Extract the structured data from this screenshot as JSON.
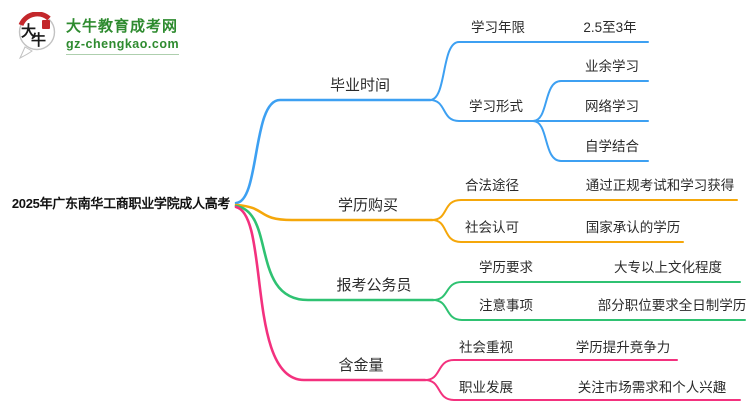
{
  "logo": {
    "site_name": "大牛教育成考网",
    "url": "gz-chengkao.com",
    "icon_char_1": "大",
    "icon_char_2": "牛",
    "brand_green": "#2e8b2f",
    "icon_red": "#c3272b"
  },
  "mindmap": {
    "root": "2025年广东南华工商职业学院成人高考",
    "branches": [
      {
        "label": "毕业时间",
        "color": "#3da0f2",
        "children": [
          {
            "label": "学习年限",
            "children": [
              {
                "label": "2.5至3年"
              }
            ]
          },
          {
            "label": "学习形式",
            "children": [
              {
                "label": "业余学习"
              },
              {
                "label": "网络学习"
              },
              {
                "label": "自学结合"
              }
            ]
          }
        ]
      },
      {
        "label": "学历购买",
        "color": "#f5a70a",
        "children": [
          {
            "label": "合法途径",
            "children": [
              {
                "label": "通过正规考试和学习获得"
              }
            ]
          },
          {
            "label": "社会认可",
            "children": [
              {
                "label": "国家承认的学历"
              }
            ]
          }
        ]
      },
      {
        "label": "报考公务员",
        "color": "#2fc272",
        "children": [
          {
            "label": "学历要求",
            "children": [
              {
                "label": "大专以上文化程度"
              }
            ]
          },
          {
            "label": "注意事项",
            "children": [
              {
                "label": "部分职位要求全日制学历"
              }
            ]
          }
        ]
      },
      {
        "label": "含金量",
        "color": "#f3317e",
        "children": [
          {
            "label": "社会重视",
            "children": [
              {
                "label": "学历提升竞争力"
              }
            ]
          },
          {
            "label": "职业发展",
            "children": [
              {
                "label": "关注市场需求和个人兴趣"
              }
            ]
          }
        ]
      }
    ]
  }
}
